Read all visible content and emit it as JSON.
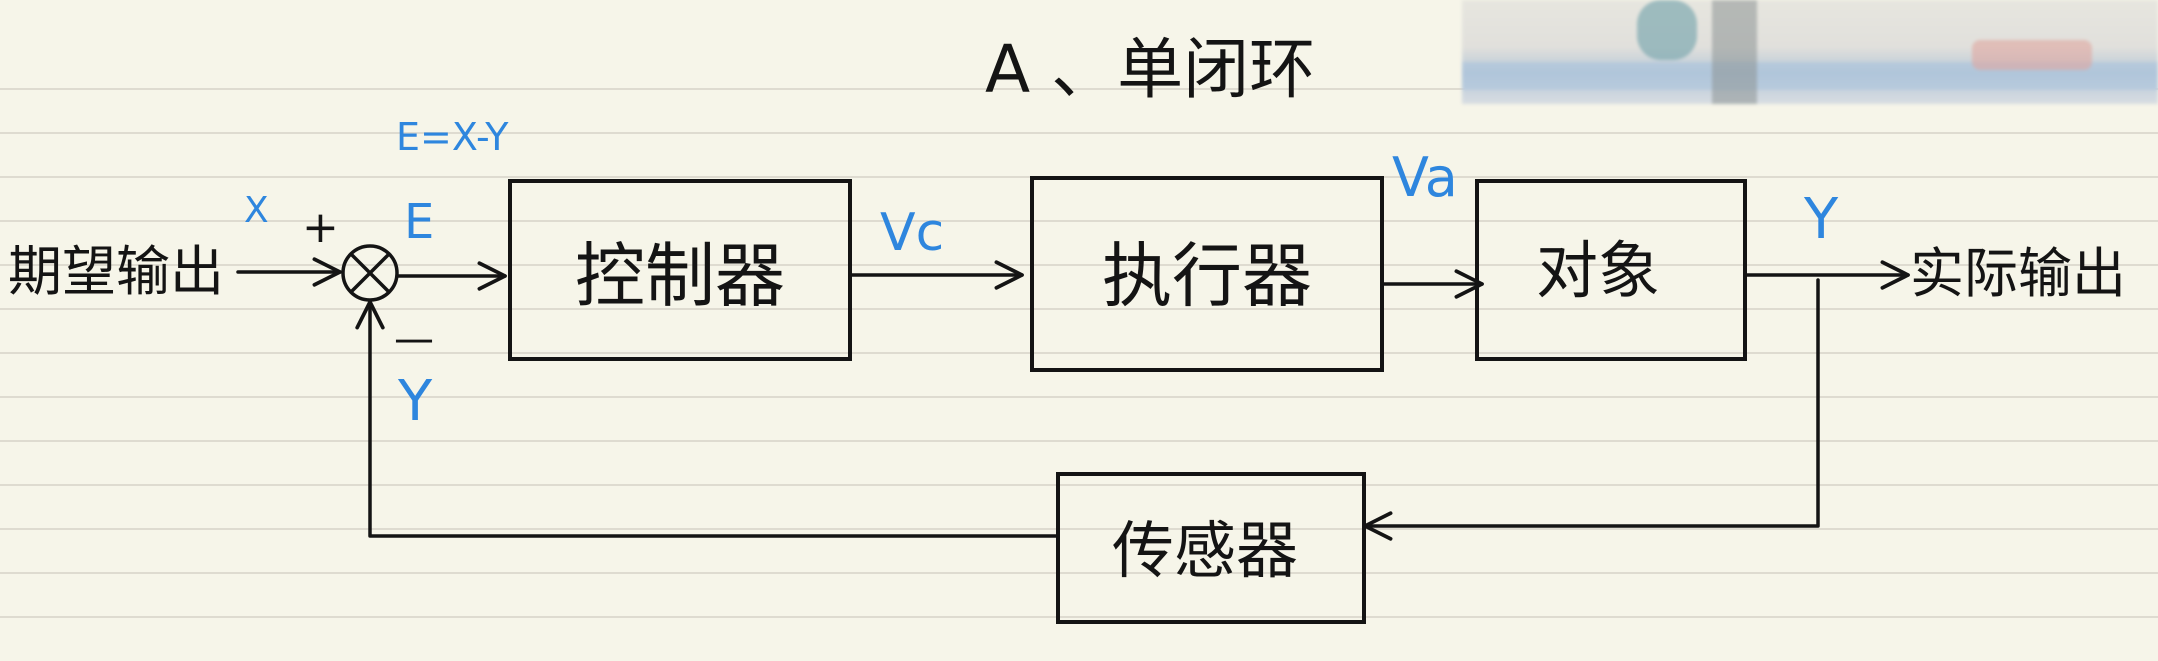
{
  "title": "A 、单闭环",
  "input_label": "期望输出",
  "output_label": "实际输出",
  "annotations": {
    "x": "X",
    "plus": "+",
    "minus": "—",
    "e": "E",
    "e_formula": "E=X-Y",
    "vc": "Vc",
    "va": "Va",
    "y_out": "Y",
    "y_feedback": "Y"
  },
  "blocks": {
    "controller": "控制器",
    "actuator": "执行器",
    "plant": "对象",
    "sensor": "传感器"
  },
  "colors": {
    "paper": "#f6f5e9",
    "ink": "#141414",
    "annotation_blue": "#2e86de",
    "rule_line": "#dedbd0"
  },
  "icons": {
    "summing_junction": "circle-x-icon"
  }
}
